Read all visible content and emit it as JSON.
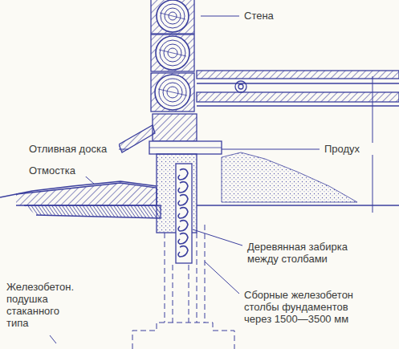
{
  "diagram": {
    "labels": [
      "Стена",
      "Отливная доска",
      "Продух",
      "Отмостка",
      "Деревянная забирка между столбами",
      "Железобетон. подушка стаканного типа",
      "Сборные железобетон столбы фундаментов через 1500—3500 мм"
    ]
  }
}
